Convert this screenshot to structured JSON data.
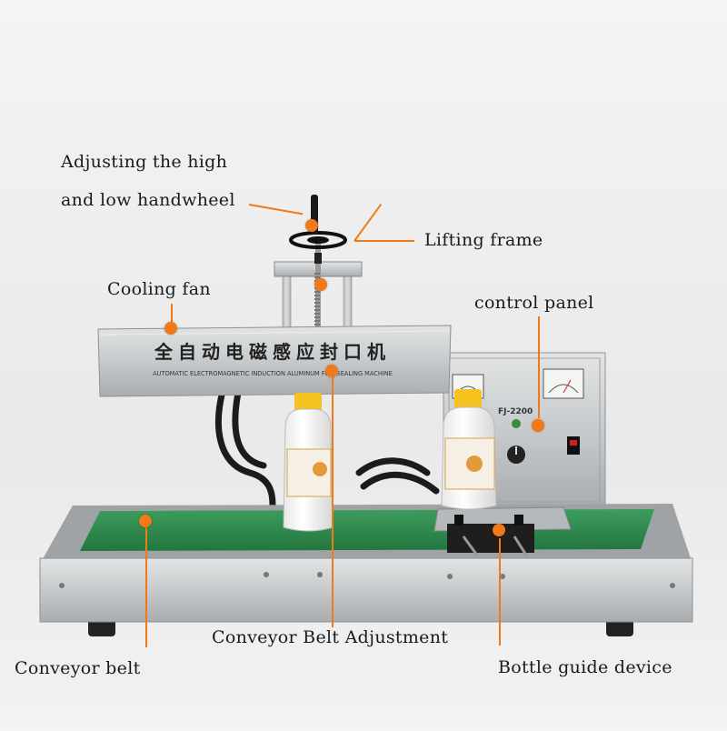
{
  "machine": {
    "title_cn": "全自动电磁感应封口机",
    "title_en": "AUTOMATIC ELECTROMAGNETIC INDUCTION ALUMINUM FOIL SEALING MACHINE",
    "model": "FJ-2200"
  },
  "callouts": {
    "handwheel_line1": "Adjusting the high",
    "handwheel_line2": "and low handwheel",
    "lifting_frame": "Lifting frame",
    "cooling_fan": "Cooling fan",
    "control_panel": "control panel",
    "conveyor_adjustment": "Conveyor Belt Adjustment",
    "conveyor_belt": "Conveyor belt",
    "bottle_guide": "Bottle guide device"
  },
  "colors": {
    "accent": "#f07a1a",
    "belt": "#2f8a4f",
    "steel": "#c9ccce"
  }
}
